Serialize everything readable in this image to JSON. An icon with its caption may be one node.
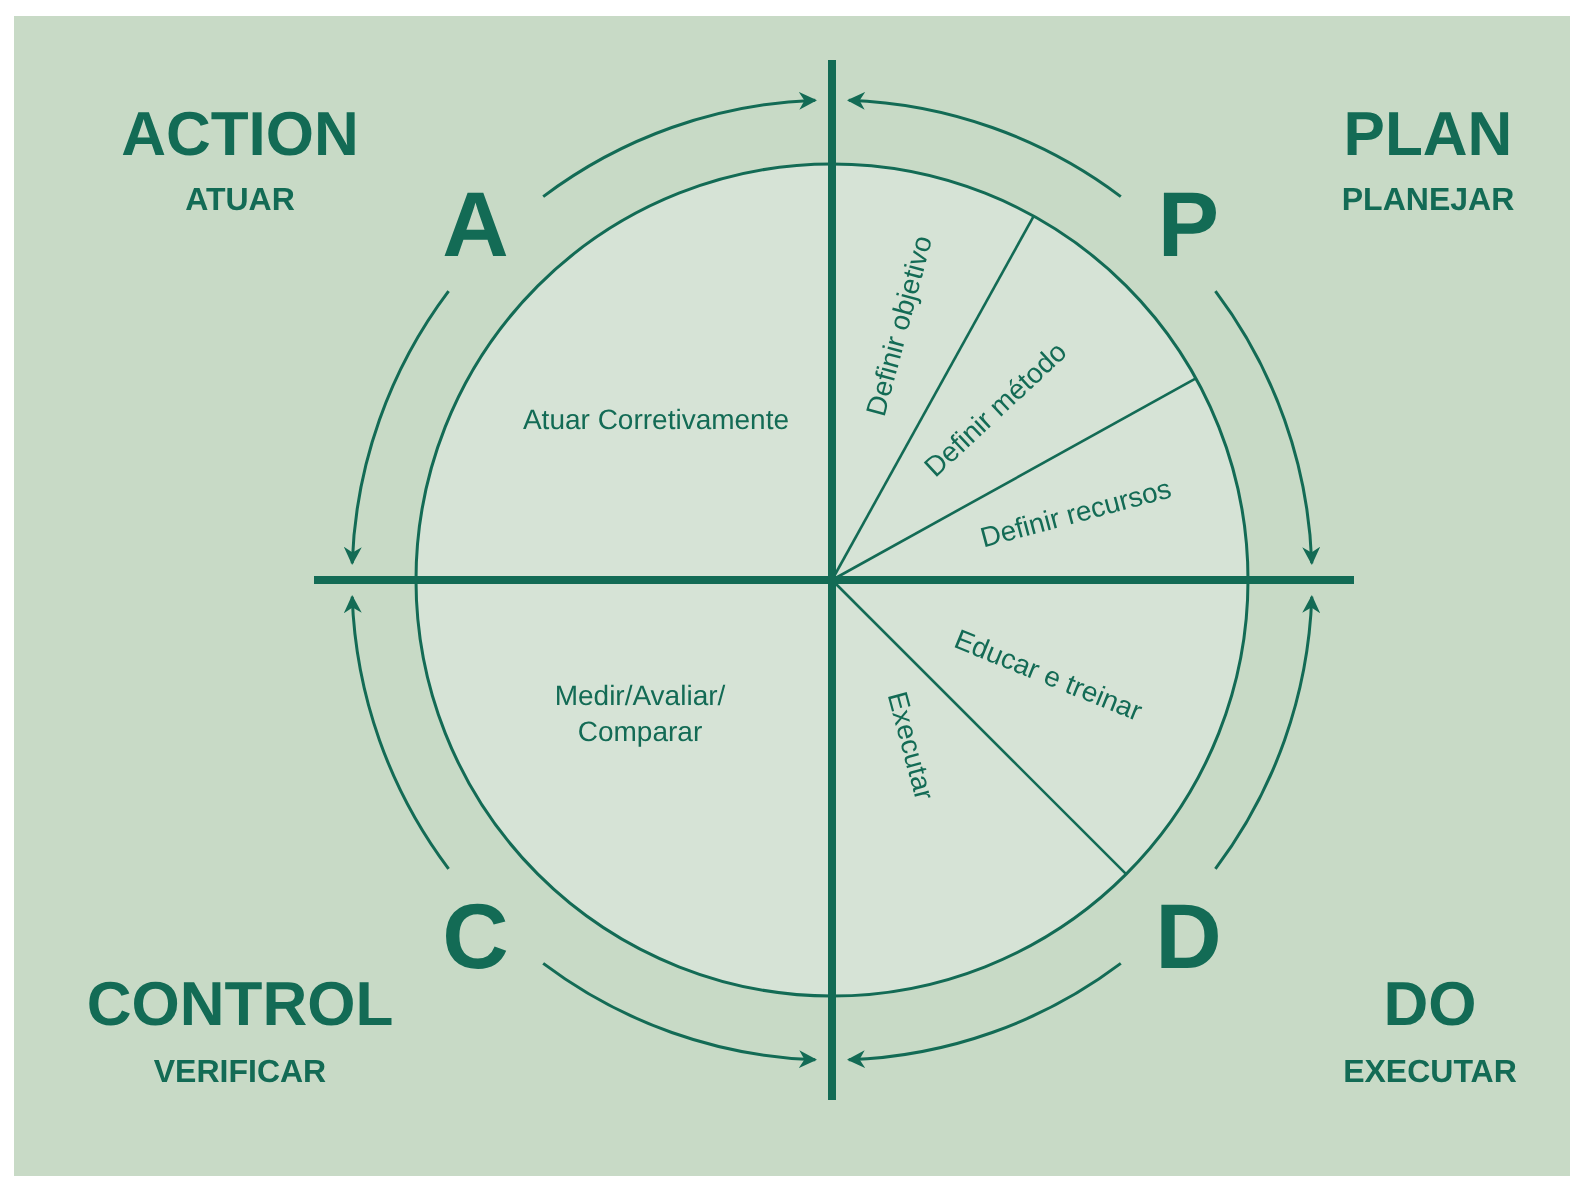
{
  "diagram": {
    "nodes": [
      {
        "text": [
          "A"
        ]
      },
      {
        "text": [
          "P"
        ]
      },
      {
        "text": [
          "C"
        ]
      },
      {
        "text": [
          "D"
        ]
      }
    ],
    "edges": [
      {
        "from": 0,
        "to": null,
        "arrow": "to"
      },
      {
        "from": 0,
        "to": null,
        "arrow": "to"
      },
      {
        "from": 1,
        "to": null,
        "arrow": "to"
      },
      {
        "from": 1,
        "to": null,
        "arrow": "to"
      },
      {
        "from": 3,
        "to": null,
        "arrow": "to"
      },
      {
        "from": 3,
        "to": null,
        "arrow": "to"
      },
      {
        "from": 2,
        "to": null,
        "arrow": "to"
      },
      {
        "from": 2,
        "to": null,
        "arrow": "to"
      }
    ],
    "labels": [
      "ACTION",
      "ATUAR",
      "PLAN",
      "PLANEJAR",
      "Definir objetivo",
      "Atuar Corretivamente",
      "Definir método",
      "Definir recursos",
      "Medir/Avaliar/ Comparar",
      "Educar e treinar",
      "Executar",
      "CONTROL",
      "VERIFICAR",
      "DO",
      "EXECUTAR"
    ]
  }
}
